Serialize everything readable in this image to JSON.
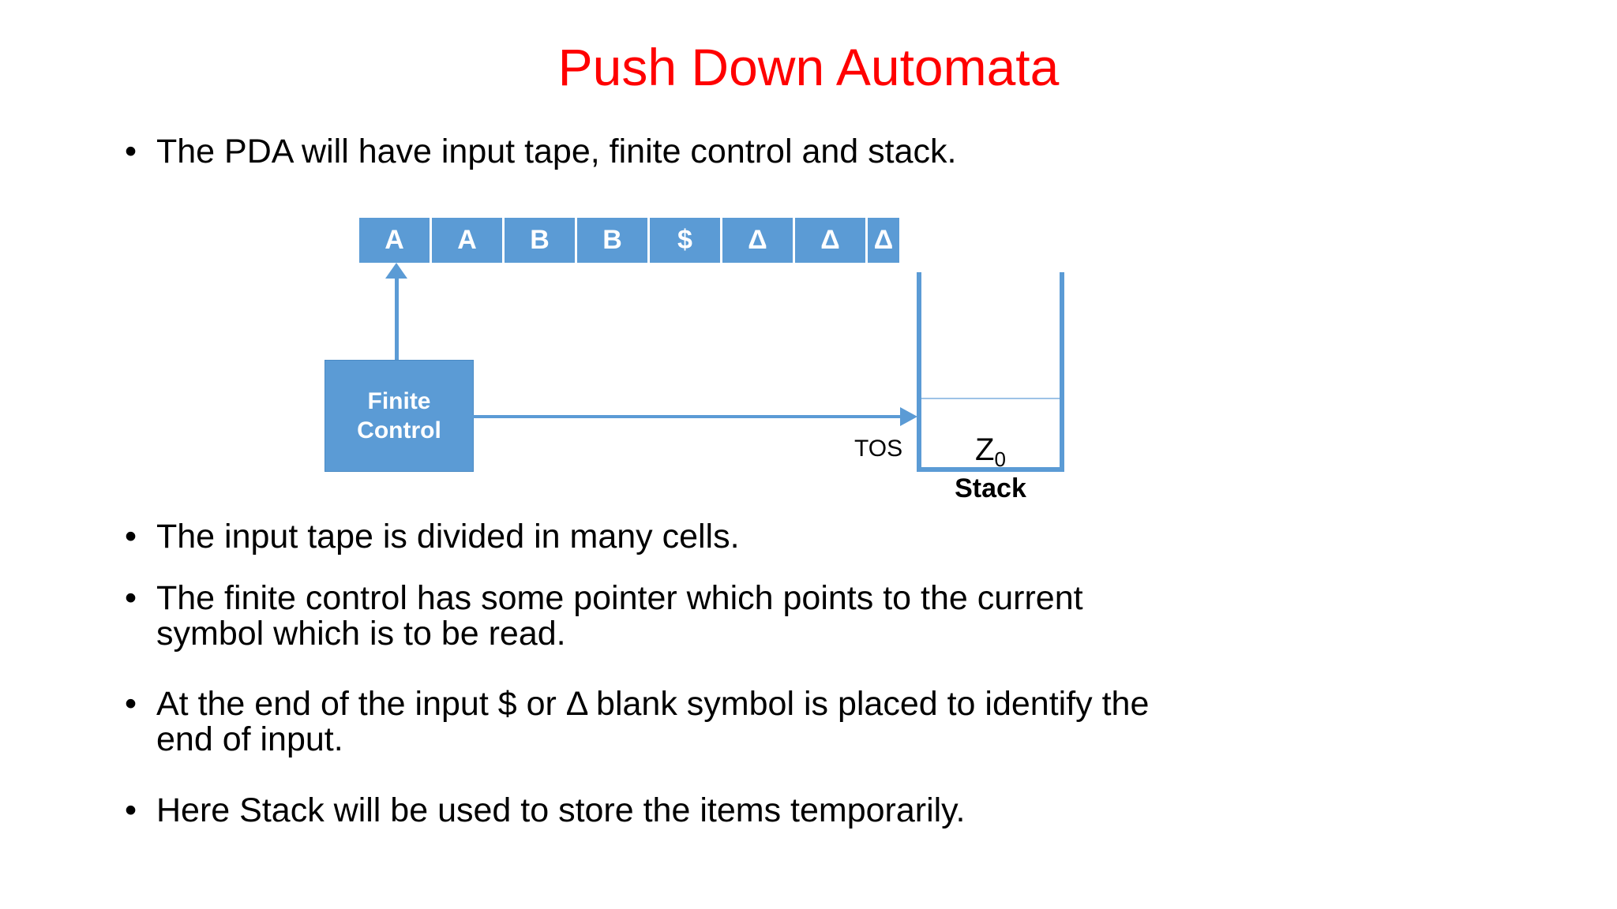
{
  "slide": {
    "title": "Push Down Automata",
    "title_color": "#FF0000",
    "accent_color": "#5B9BD5",
    "background_color": "#FFFFFF"
  },
  "bullets": [
    {
      "text": "The PDA will have input tape, finite control and stack."
    },
    {
      "text": "The input tape is divided in many cells."
    },
    {
      "text": "The finite control has some pointer which points to the current",
      "continuation": "symbol which is to be read."
    },
    {
      "text": "At the end of the input $ or Δ blank symbol is placed to identify the",
      "continuation": "end of input."
    },
    {
      "text": "Here Stack will be used to store the items temporarily."
    }
  ],
  "diagram": {
    "tape": {
      "cells": [
        {
          "symbol": "A"
        },
        {
          "symbol": "A"
        },
        {
          "symbol": "B"
        },
        {
          "symbol": "B"
        },
        {
          "symbol": "$"
        },
        {
          "symbol": "Δ"
        },
        {
          "symbol": "Δ"
        },
        {
          "symbol": "Δ"
        }
      ]
    },
    "finite_control": {
      "line1": "Finite",
      "line2": "Control"
    },
    "stack": {
      "bottom_symbol": "Z",
      "bottom_subscript": "0",
      "label": "Stack",
      "tos_label": "TOS"
    }
  }
}
